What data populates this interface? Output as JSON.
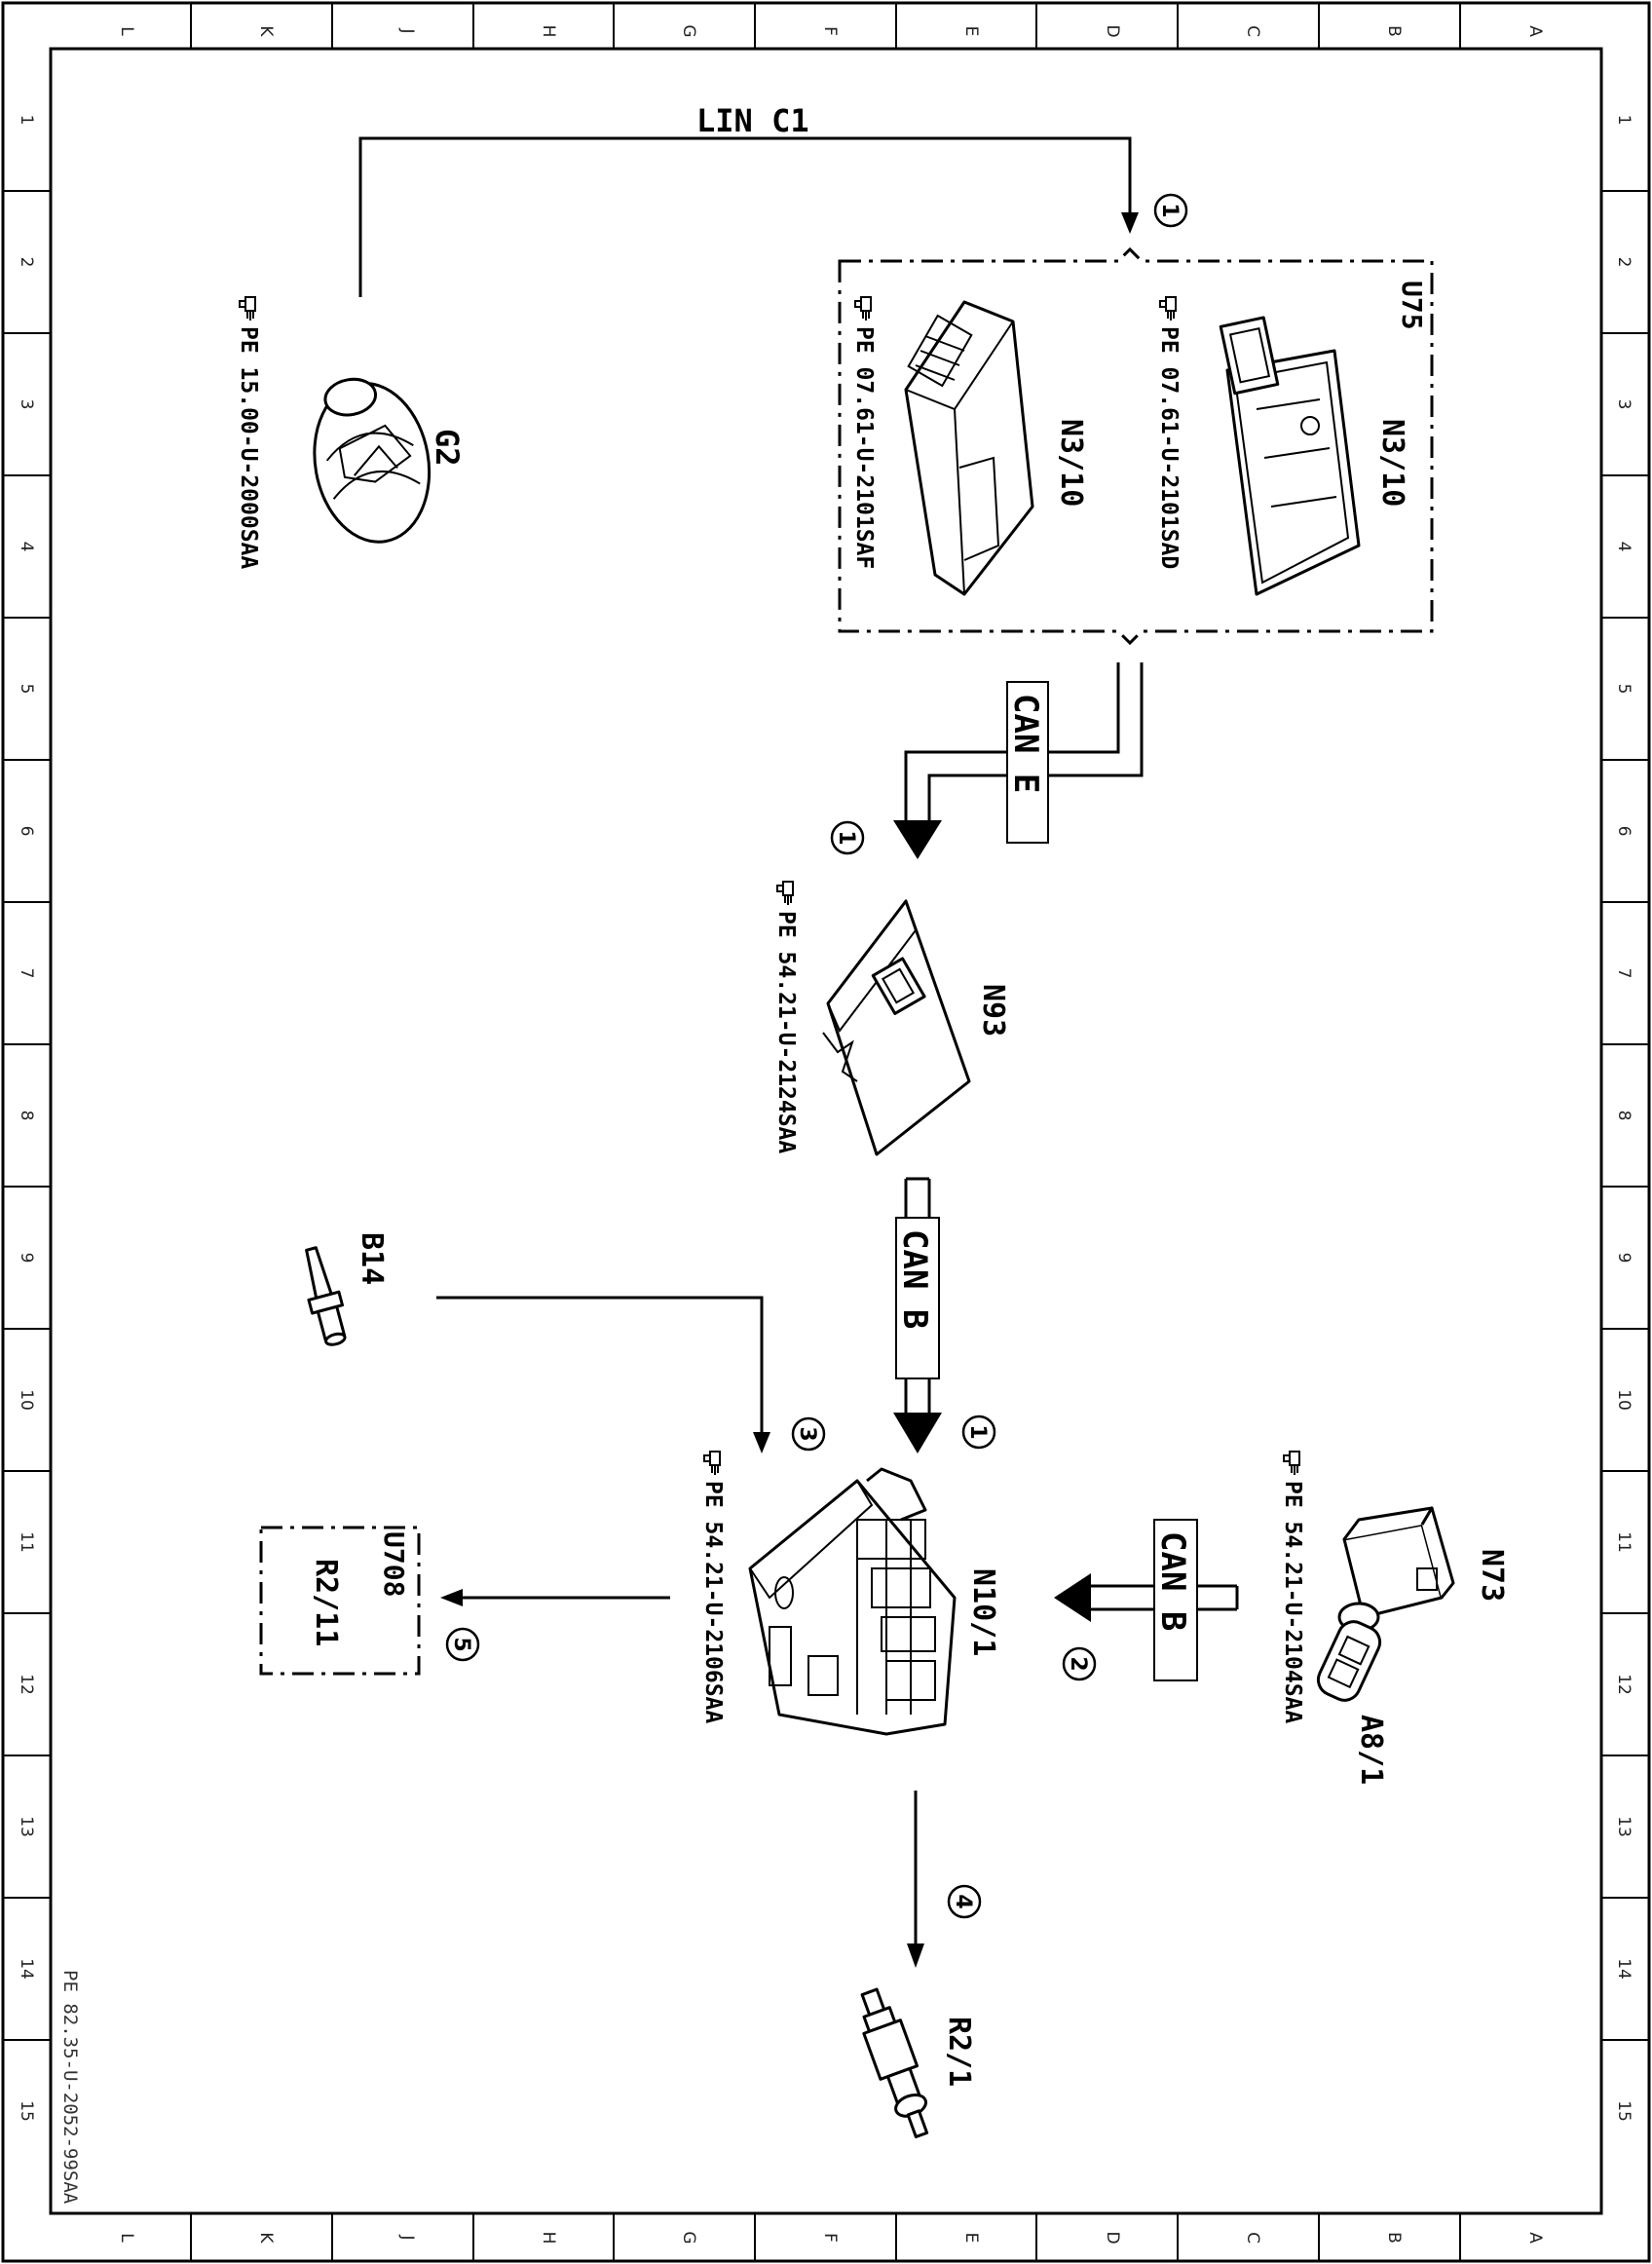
{
  "grid": {
    "columns": [
      "L",
      "K",
      "J",
      "H",
      "G",
      "F",
      "E",
      "D",
      "C",
      "B",
      "A"
    ],
    "rows": [
      "1",
      "2",
      "3",
      "4",
      "5",
      "6",
      "7",
      "8",
      "9",
      "10",
      "11",
      "12",
      "13",
      "14",
      "15"
    ]
  },
  "document_ref": "PE 82.35-U-2052-99SAA",
  "buses": {
    "lin": "LIN C1",
    "can_e": "CAN E",
    "can_b_1": "CAN B",
    "can_b_2": "CAN B"
  },
  "components": {
    "g2": {
      "label": "G2",
      "ref": "PE 15.00-U-2000SAA"
    },
    "u75": {
      "label": "U75"
    },
    "n3_10_a": {
      "label": "N3/10",
      "ref": "PE 07.61-U-2101SAD"
    },
    "n3_10_b": {
      "label": "N3/10",
      "ref": "PE 07.61-U-2101SAF"
    },
    "n93": {
      "label": "N93",
      "ref": "PE 54.21-U-2124SAA"
    },
    "b14": {
      "label": "B14"
    },
    "n10_1": {
      "label": "N10/1",
      "ref": "PE 54.21-U-2106SAA"
    },
    "n73": {
      "label": "N73",
      "ref": "PE 54.21-U-2104SAA"
    },
    "a8_1": {
      "label": "A8/1"
    },
    "u708": {
      "label": "U708"
    },
    "r2_11": {
      "label": "R2/11"
    },
    "r2_1": {
      "label": "R2/1"
    }
  },
  "markers": {
    "m1a": "1",
    "m1b": "1",
    "m1c": "1",
    "m2": "2",
    "m3": "3",
    "m4": "4",
    "m5": "5"
  }
}
